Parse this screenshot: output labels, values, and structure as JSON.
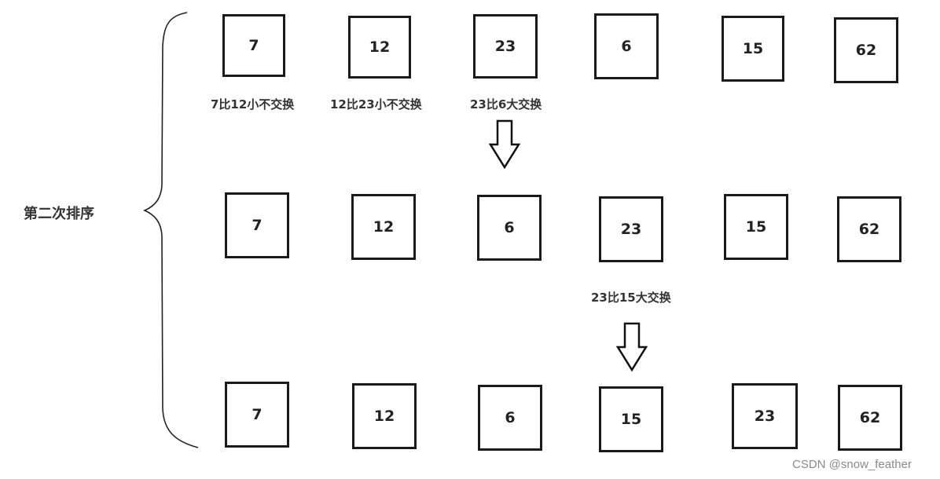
{
  "side_label": "第二次排序",
  "rows": [
    {
      "values": [
        "7",
        "12",
        "23",
        "6",
        "15",
        "62"
      ]
    },
    {
      "values": [
        "7",
        "12",
        "6",
        "23",
        "15",
        "62"
      ]
    },
    {
      "values": [
        "7",
        "12",
        "6",
        "15",
        "23",
        "62"
      ]
    }
  ],
  "notes": {
    "row1": [
      "7比12小不交换",
      "12比23小不交换",
      "23比6大交换"
    ],
    "row2": "23比15大交换"
  },
  "watermark": "CSDN @snow_feather"
}
